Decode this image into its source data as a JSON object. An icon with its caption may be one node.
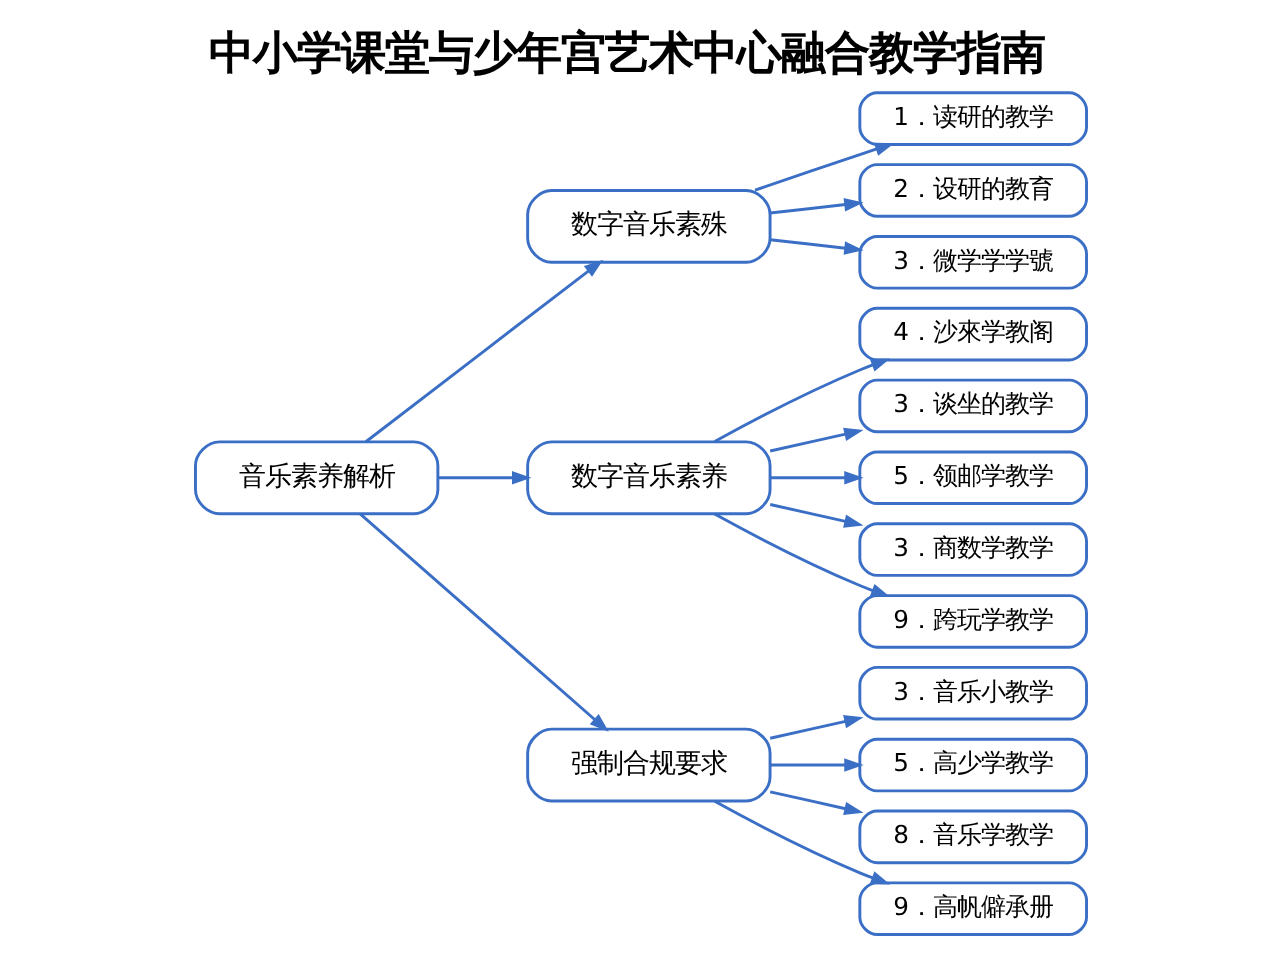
{
  "diagram": {
    "title": "中小学课堂与少年宫艺术中心融合教学指南",
    "nodes": [
      {
        "text": [
          "音乐素养解析"
        ]
      },
      {
        "text": [
          "数字音乐素殊"
        ]
      },
      {
        "text": [
          "数字音乐素养"
        ]
      },
      {
        "text": [
          "强制合规要求"
        ]
      },
      {
        "text": [
          "1．读研的教学"
        ]
      },
      {
        "text": [
          "2．设研的教育"
        ]
      },
      {
        "text": [
          "3．微学学学號"
        ]
      },
      {
        "text": [
          "4．沙來学教阁"
        ]
      },
      {
        "text": [
          "3．谈坐的教学"
        ]
      },
      {
        "text": [
          "5．领邮学教学"
        ]
      },
      {
        "text": [
          "3．商数学教学"
        ]
      },
      {
        "text": [
          "9．跨玩学教学"
        ]
      },
      {
        "text": [
          "3．音乐小教学"
        ]
      },
      {
        "text": [
          "5．高少学教学"
        ]
      },
      {
        "text": [
          "8．音乐学教学"
        ]
      },
      {
        "text": [
          "9．高帆僻承册"
        ]
      }
    ],
    "edges": [
      {
        "from": 0,
        "to": 1,
        "arrow": "to"
      },
      {
        "from": 0,
        "to": 2,
        "arrow": "to"
      },
      {
        "from": 0,
        "to": 3,
        "arrow": "to"
      },
      {
        "from": 1,
        "to": 4,
        "arrow": "to"
      },
      {
        "from": 1,
        "to": 5,
        "arrow": "to"
      },
      {
        "from": 1,
        "to": 6,
        "arrow": "to"
      },
      {
        "from": 2,
        "to": 7,
        "arrow": "to"
      },
      {
        "from": 2,
        "to": 8,
        "arrow": "to"
      },
      {
        "from": 2,
        "to": 9,
        "arrow": "to"
      },
      {
        "from": 2,
        "to": 10,
        "arrow": "to"
      },
      {
        "from": 2,
        "to": 11,
        "arrow": "to"
      },
      {
        "from": 3,
        "to": 12,
        "arrow": "to"
      },
      {
        "from": 3,
        "to": 13,
        "arrow": "to"
      },
      {
        "from": 3,
        "to": 14,
        "arrow": "to"
      },
      {
        "from": 3,
        "to": 15,
        "arrow": "to"
      }
    ]
  }
}
